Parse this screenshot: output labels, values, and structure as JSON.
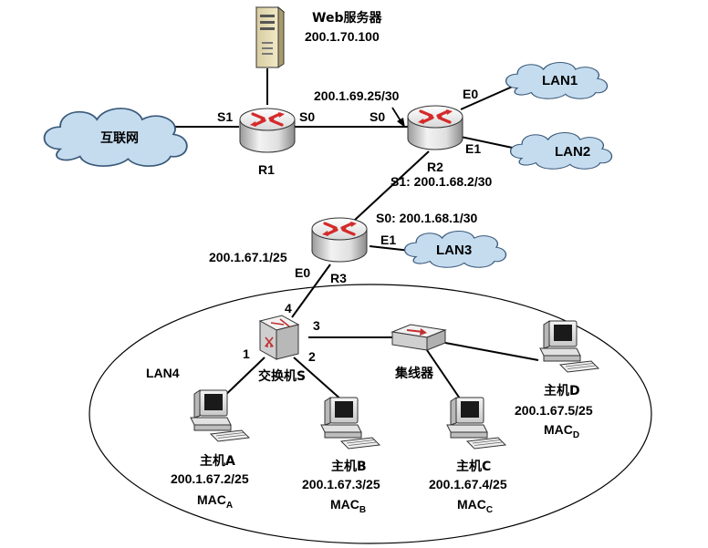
{
  "web_server": {
    "title": "Web服务器",
    "ip": "200.1.70.100"
  },
  "internet": {
    "label": "互联网"
  },
  "clouds": {
    "lan1": "LAN1",
    "lan2": "LAN2",
    "lan3": "LAN3"
  },
  "lan4": {
    "label": "LAN4"
  },
  "routers": {
    "r1": {
      "name": "R1",
      "s1": "S1",
      "s0": "S0"
    },
    "r2": {
      "name": "R2",
      "s0": "S0",
      "s0_ip": "200.1.69.25/30",
      "e0": "E0",
      "e1": "E1",
      "s1_ip": "S1: 200.1.68.2/30"
    },
    "r3": {
      "name": "R3",
      "s0_ip": "S0: 200.1.68.1/30",
      "e1": "E1",
      "e0": "E0",
      "e0_ip": "200.1.67.1/25"
    }
  },
  "switch": {
    "name": "交换机S",
    "port1": "1",
    "port2": "2",
    "port3": "3",
    "port4": "4"
  },
  "hub": {
    "name": "集线器"
  },
  "hosts": {
    "a": {
      "name": "主机A",
      "ip": "200.1.67.2/25",
      "mac": "MAC",
      "mac_sub": "A"
    },
    "b": {
      "name": "主机B",
      "ip": "200.1.67.3/25",
      "mac": "MAC",
      "mac_sub": "B"
    },
    "c": {
      "name": "主机C",
      "ip": "200.1.67.4/25",
      "mac": "MAC",
      "mac_sub": "C"
    },
    "d": {
      "name": "主机D",
      "ip": "200.1.67.5/25",
      "mac": "MAC",
      "mac_sub": "D"
    }
  },
  "colors": {
    "router_arrow": "#d42a2a",
    "cloud_fill": "#c5dcef",
    "cloud_stroke": "#3a5a7a",
    "link": "#000000"
  }
}
